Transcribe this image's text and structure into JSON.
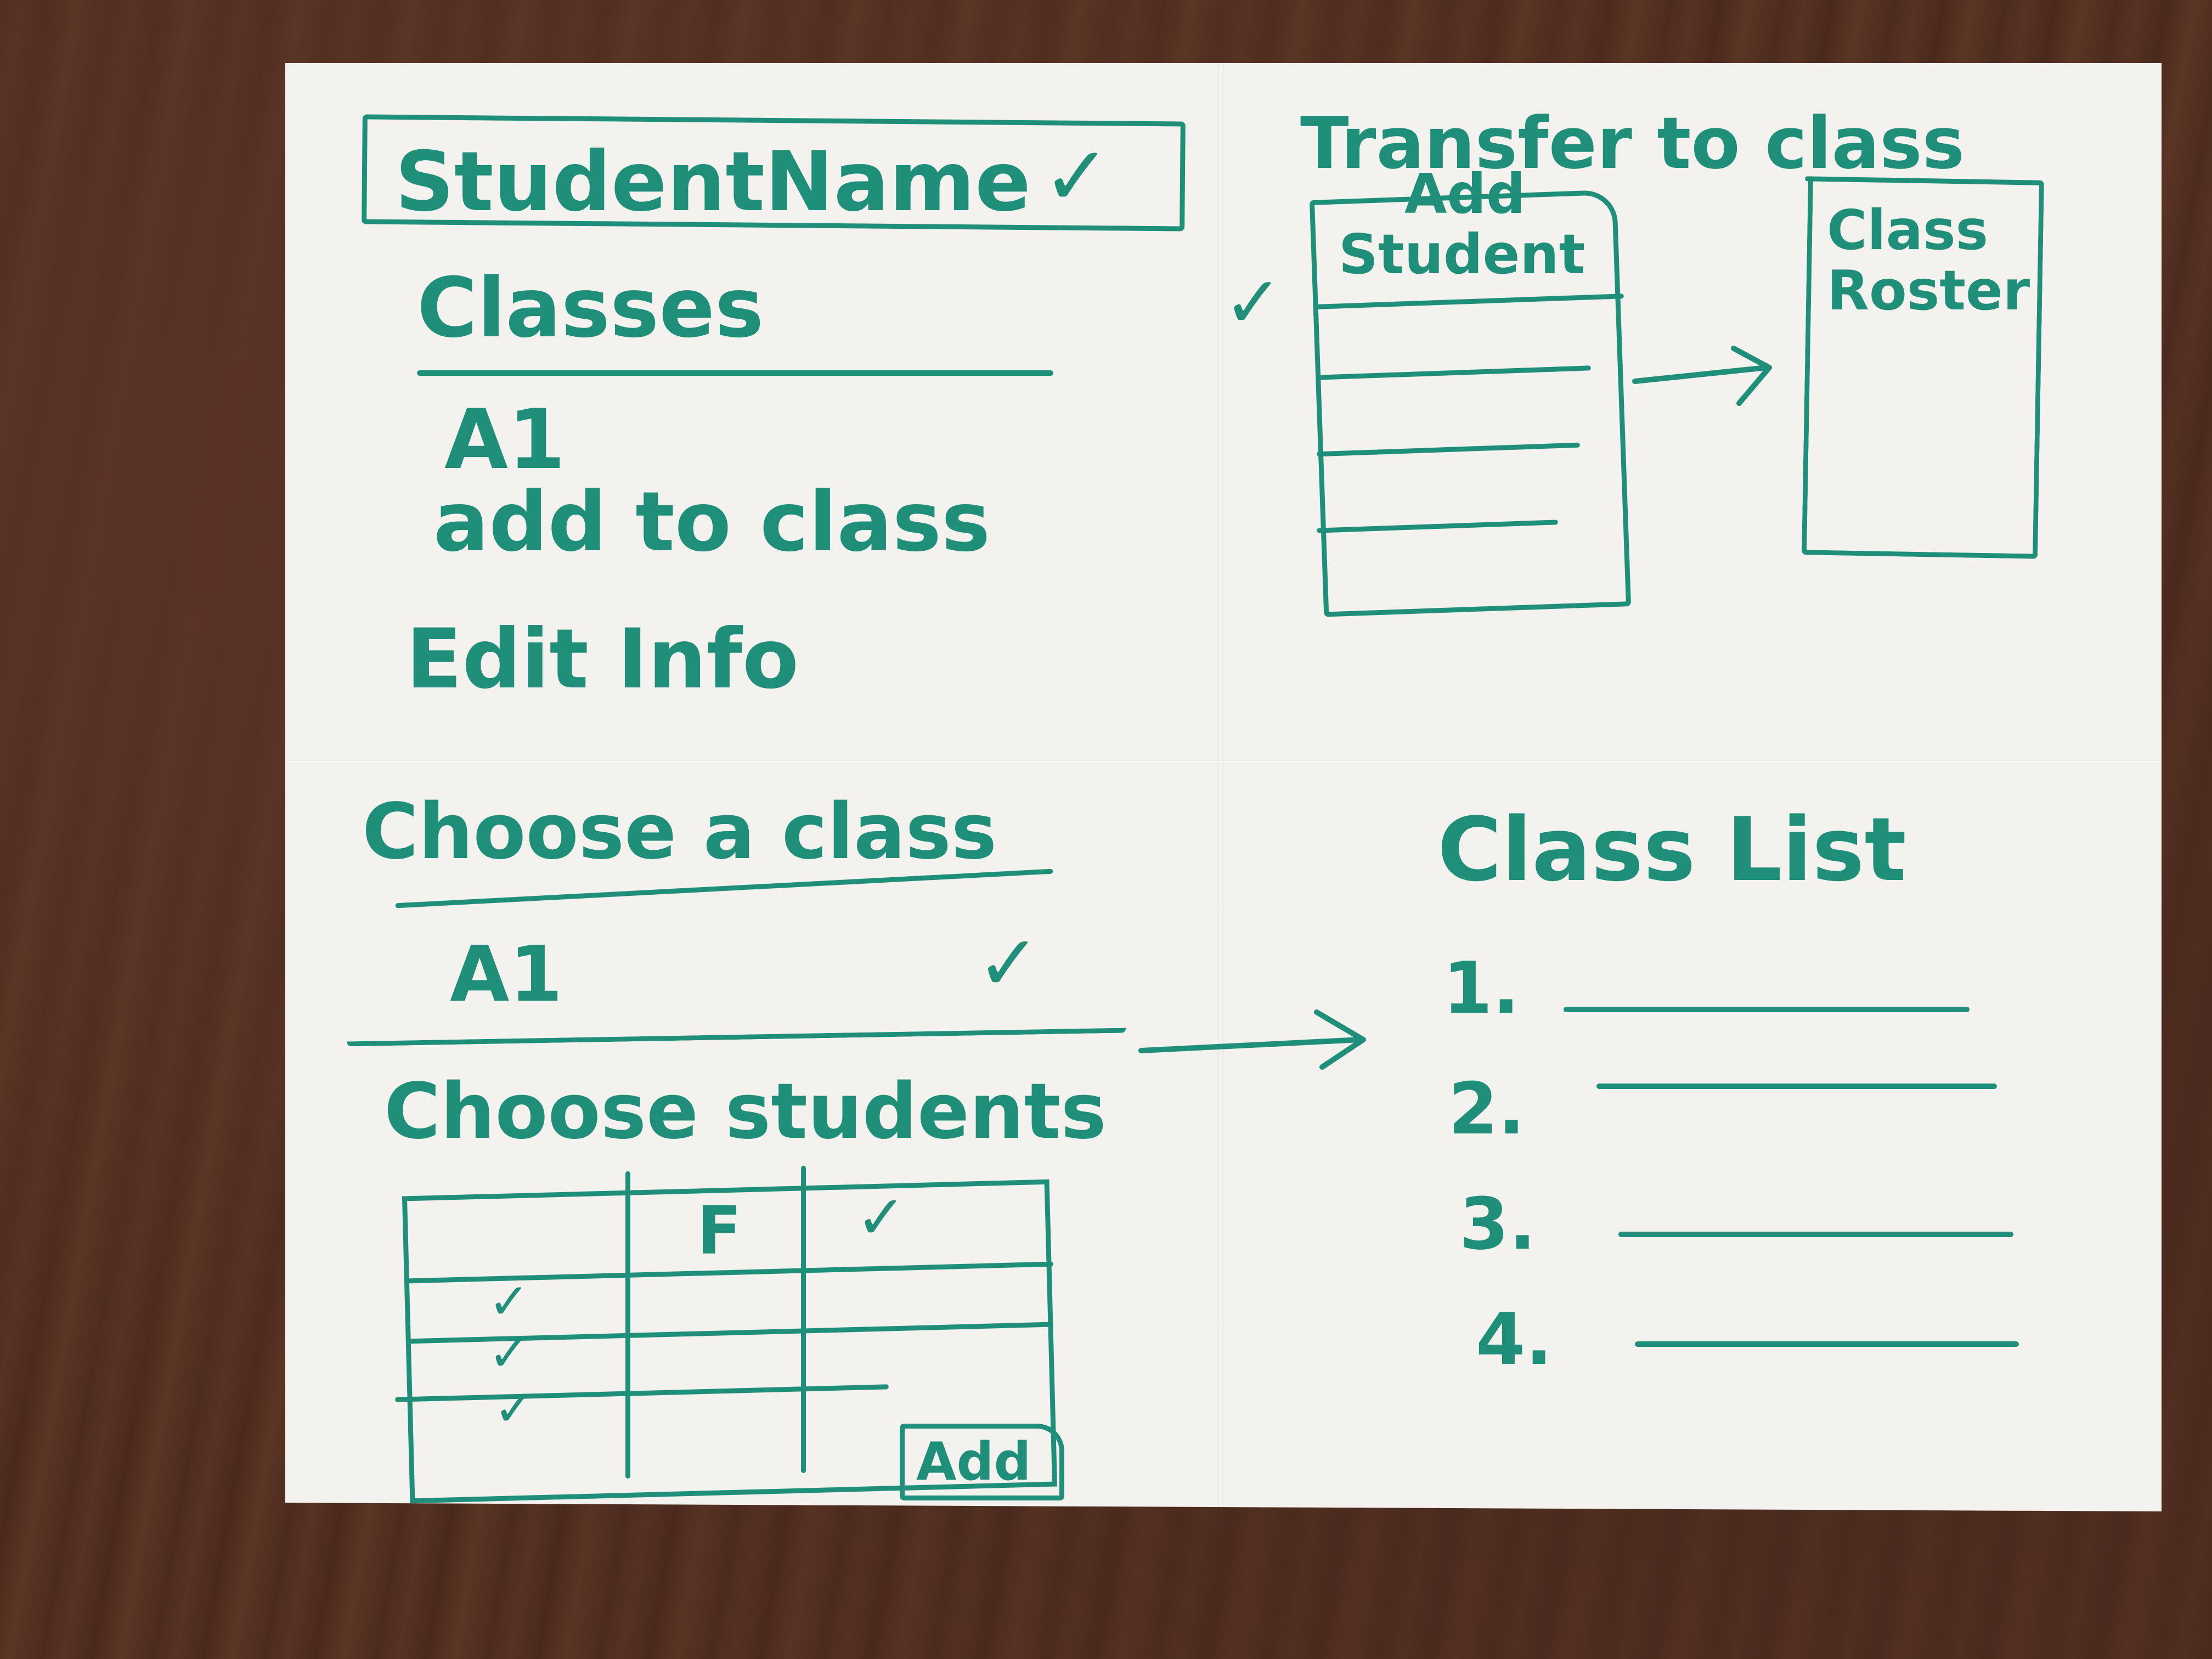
{
  "sketch": {
    "ink_color": "#1f8f7a",
    "student_panel": {
      "field_label": "StudentName",
      "dropdown_icon": "check-icon",
      "classes_heading": "Classes",
      "class_item": "A1",
      "add_to_class": "add to class",
      "edit_info": "Edit Info"
    },
    "transfer_panel": {
      "title": "Transfer to class",
      "add_label": "Add",
      "student_column": "Student",
      "roster_title": "Class Roster"
    },
    "choose_panel": {
      "choose_class_heading": "Choose a class",
      "selected_class": "A1",
      "choose_students_heading": "Choose students",
      "column_f": "F",
      "column_check_icon": "check-icon",
      "add_button": "Add"
    },
    "class_list_panel": {
      "title": "Class List",
      "items": [
        "1.",
        "2.",
        "3.",
        "4."
      ]
    }
  }
}
